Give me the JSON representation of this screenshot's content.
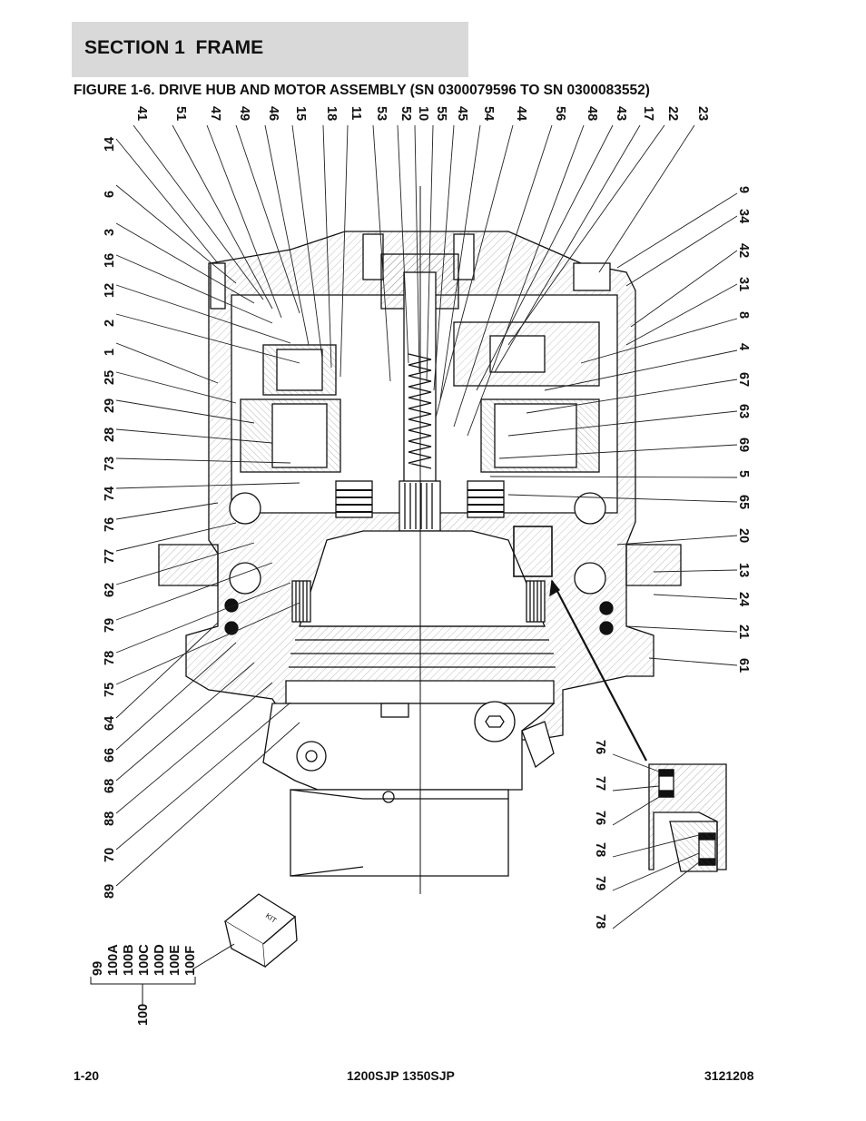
{
  "section_title": "SECTION 1  FRAME",
  "figure_title": "FIGURE 1-6. DRIVE HUB AND MOTOR ASSEMBLY (SN 0300079596 TO SN 0300083552)",
  "callouts": {
    "top": [
      "41",
      "51",
      "47",
      "49",
      "46",
      "15",
      "18",
      "11",
      "53",
      "52",
      "10",
      "55",
      "45",
      "54",
      "44",
      "56",
      "48",
      "43",
      "17",
      "22",
      "23"
    ],
    "left": [
      "14",
      "6",
      "3",
      "16",
      "12",
      "2",
      "1",
      "25",
      "29",
      "28",
      "73",
      "74",
      "76",
      "77",
      "62",
      "79",
      "78",
      "75",
      "64",
      "66",
      "68",
      "88",
      "70",
      "89"
    ],
    "right": [
      "9",
      "34",
      "42",
      "31",
      "8",
      "4",
      "67",
      "63",
      "69",
      "5",
      "65",
      "20",
      "13",
      "24",
      "21",
      "61"
    ],
    "detail": [
      "76",
      "77",
      "76",
      "78",
      "79",
      "78"
    ],
    "kit_group": [
      "99",
      "100A",
      "100B",
      "100C",
      "100D",
      "100E",
      "100F"
    ],
    "kit_parent": "100",
    "kit_box": "KIT"
  },
  "footer": {
    "page": "1-20",
    "model": "1200SJP 1350SJP",
    "doc": "3121208"
  }
}
